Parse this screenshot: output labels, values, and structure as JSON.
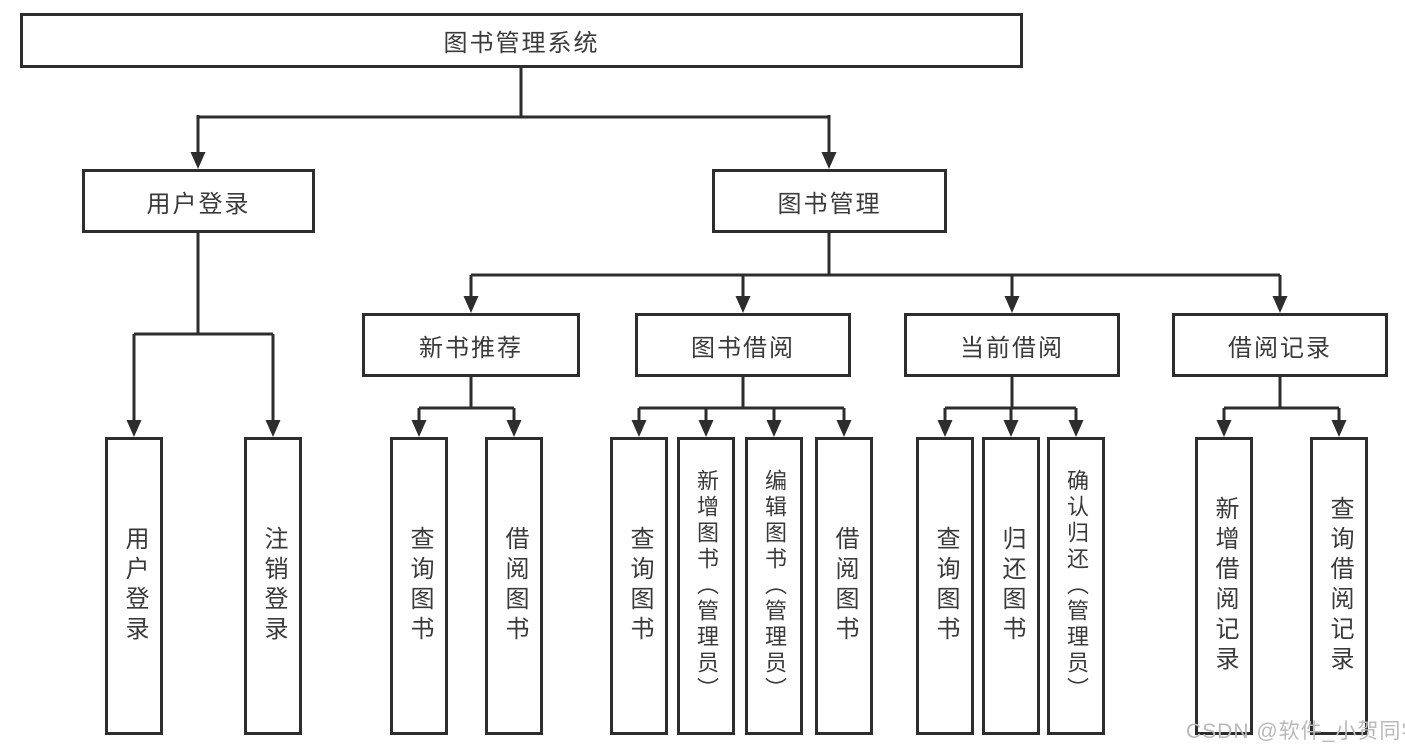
{
  "tree": {
    "label": "图书管理系统",
    "children": [
      {
        "label": "用户登录",
        "children": [
          {
            "label": "用户登录"
          },
          {
            "label": "注销登录"
          }
        ]
      },
      {
        "label": "图书管理",
        "children": [
          {
            "label": "新书推荐",
            "children": [
              {
                "label": "查询图书"
              },
              {
                "label": "借阅图书"
              }
            ]
          },
          {
            "label": "图书借阅",
            "children": [
              {
                "label": "查询图书"
              },
              {
                "label": "新增图书（管理员）"
              },
              {
                "label": "编辑图书（管理员）"
              },
              {
                "label": "借阅图书"
              }
            ]
          },
          {
            "label": "当前借阅",
            "children": [
              {
                "label": "查询图书"
              },
              {
                "label": "归还图书"
              },
              {
                "label": "确认归还（管理员）"
              }
            ]
          },
          {
            "label": "借阅记录",
            "children": [
              {
                "label": "新增借阅记录"
              },
              {
                "label": "查询借阅记录"
              }
            ]
          }
        ]
      }
    ]
  },
  "watermark": "CSDN @软件_小贺同学",
  "colors": {
    "line": "#2d2d2d",
    "text": "#3a3a3a",
    "watermark": "#b9b9b9",
    "background": "#ffffff"
  }
}
